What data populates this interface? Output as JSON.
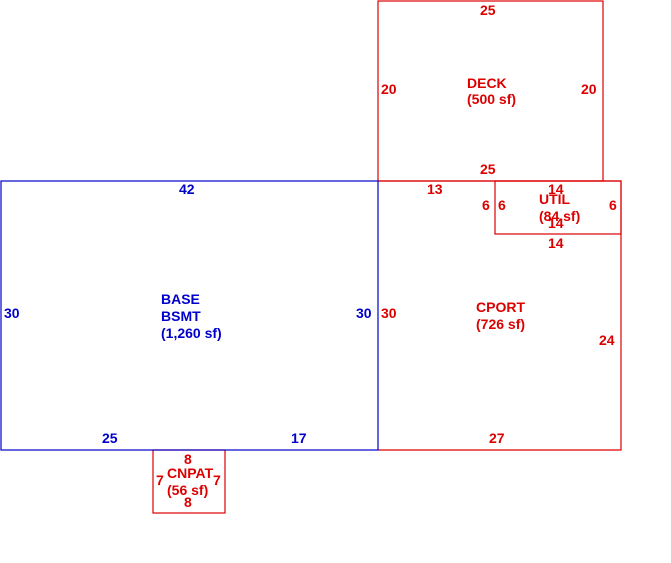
{
  "colors": {
    "blue": "#0000cc",
    "red": "#dd0000"
  },
  "areas": {
    "base": {
      "name1": "BASE",
      "name2": "BSMT",
      "area": "(1,260 sf)"
    },
    "deck": {
      "name": "DECK",
      "area": "(500 sf)"
    },
    "cport": {
      "name": "CPORT",
      "area": "(726 sf)"
    },
    "util": {
      "name": "UTIL",
      "area": "(84 sf)"
    },
    "cnpat": {
      "name": "CNPAT",
      "area": "(56 sf)"
    }
  },
  "dims": {
    "base": {
      "top": "42",
      "left": "30",
      "right": "30",
      "bottom_left": "25",
      "bottom_right": "17"
    },
    "deck": {
      "top": "25",
      "left": "20",
      "right": "20",
      "bottom": "25"
    },
    "cport": {
      "top": "13",
      "left": "30",
      "right": "24",
      "bottom": "27",
      "notch_side": "6"
    },
    "util": {
      "top": "14",
      "left": "6",
      "right": "6",
      "bottom_inner": "14",
      "bottom_outer": "14"
    },
    "cnpat": {
      "top": "8",
      "left": "7",
      "right": "7",
      "bottom": "8"
    }
  }
}
